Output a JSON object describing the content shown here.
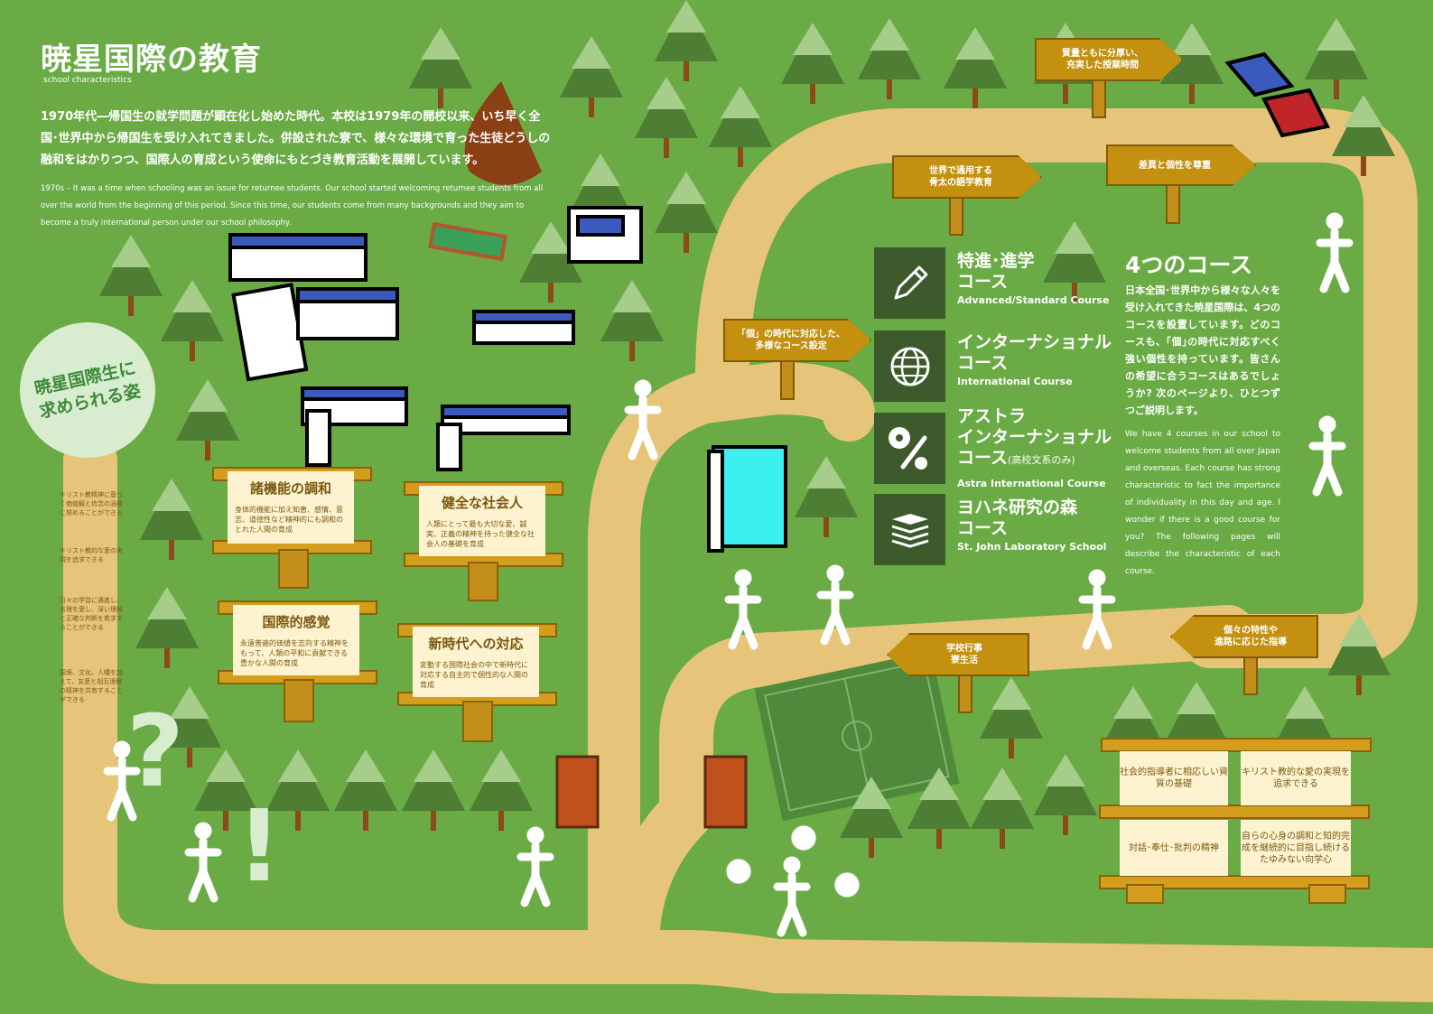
{
  "header": {
    "title": "暁星国際の教育",
    "subtitle": "school characteristics",
    "intro_jp": "1970年代―帰国生の就学問題が顕在化し始めた時代。本校は1979年の開校以来、いち早く全国･世界中から帰国生を受け入れてきました。併設された寮で、様々な環境で育った生徒どうしの融和をはかりつつ、国際人の育成という使命にもとづき教育活動を展開しています。",
    "intro_en": "1970s – It was a time when schooling was an issue for returnee students. Our school started welcoming returnee students from all over the world from the beginning of this period.  Since this time, our students come from many backgrounds and they aim to become a truly international person under our school philosophy."
  },
  "ideal_student": {
    "circle_title": "暁星国際生に\n求められる姿",
    "notes": [
      "キリスト教精神に基づく価値観と信念の涵養に努めることができる",
      "キリスト教的な愛の実現を追求できる",
      "日々の学習に邁進し、言理を愛し、深い理解と正確な判断を希求することができる",
      "国境、文化、人種を超えて、友愛と相互理解の精神を共有することができる"
    ],
    "cards": [
      {
        "title": "諸機能の調和",
        "body": "身体的機能に加え知恵、感情、意志、道徳性など精神的にも調和のとれた人間の育成"
      },
      {
        "title": "健全な社会人",
        "body": "人類にとって最も大切な愛、誠実、正義の精神を持った健全な社会人の基礎を育成"
      },
      {
        "title": "国際的感覚",
        "body": "永遠普遍的価値を志向する精神をもって、人類の平和に貢献できる豊かな人間の育成"
      },
      {
        "title": "新時代への対応",
        "body": "変動する国際社会の中で新時代に対応する自主的で個性的な人間の育成"
      }
    ]
  },
  "signposts": [
    {
      "text": "質量ともに分厚い、\n充実した授業時間"
    },
    {
      "text": "世界で通用する\n骨太の語学教育"
    },
    {
      "text": "差異と個性を尊重"
    },
    {
      "text": "「個」の時代に対応した、\n多様なコース設定"
    },
    {
      "text": "個々の特性や\n進路に応じた指導"
    },
    {
      "text": "学校行事\n寮生活"
    }
  ],
  "courses": {
    "title": "4つのコース",
    "body_jp": "日本全国･世界中から様々な人々を受け入れてきた暁星国際は、4つのコースを設置しています。どのコースも、｢個｣の時代に対応すべく強い個性を持っています。皆さんの希望に合うコースはあるでしょうか? 次のページより、ひとつずつご説明します。",
    "body_en": "We have 4 courses in our school to welcome students from all over Japan and overseas.  Each course has strong characteristic to fact the importance of individuality in this day and age.  I wonder if there is a good course for you?  The following pages will describe the characteristic of each course.",
    "items": [
      {
        "icon": "pencil-icon",
        "name_1": "特進･進学",
        "name_2": "コース",
        "en": "Advanced/Standard Course"
      },
      {
        "icon": "globe-icon",
        "name_1": "インターナショナル",
        "name_2": "コース",
        "en": "International Course"
      },
      {
        "icon": "sports-balls-icon",
        "name_1": "アストラ",
        "name_2": "インターナショナル",
        "name_3": "コース",
        "note": "(高校文系のみ)",
        "en": "Astra International Course"
      },
      {
        "icon": "books-icon",
        "name_1": "ヨハネ研究の森",
        "name_2": "コース",
        "en": "St. John Laboratory School"
      }
    ]
  },
  "values": [
    "社会的指導者に相応しい資質の基礎",
    "キリスト教的な愛の実現を追求できる",
    "対話･奉仕･批判の精神",
    "自らの心身の調和と知的完成を継続的に目指し続けるたゆみない向学心"
  ],
  "colors": {
    "grass": "#6aab45",
    "path": "#e6c57a",
    "sign": "#c3900f",
    "card": "#fdf3d0",
    "course_icon_bg": "#3c5a2c",
    "tree_dark": "#4e7e34",
    "tree_light": "#a6cd8a",
    "trunk": "#8c4a1a",
    "building_blue": "#3a5bbd"
  }
}
